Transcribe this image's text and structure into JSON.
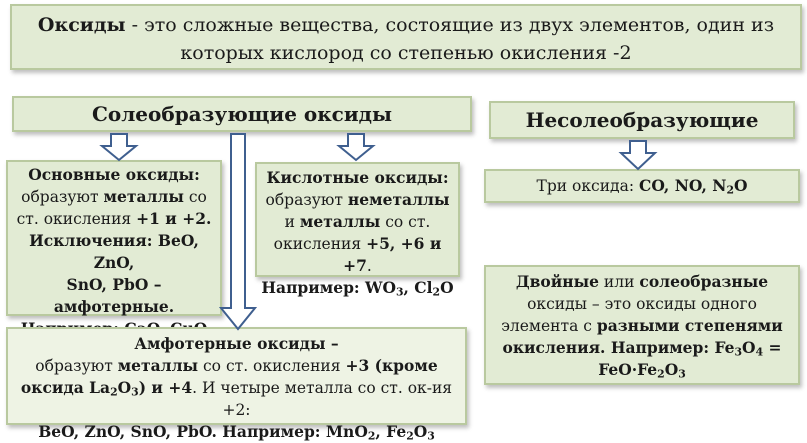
{
  "header": {
    "term": "Оксиды",
    "definition_l1": " - это сложные вещества, состоящие из двух элементов, один из",
    "definition_l2": "которых кислород со степенью окисления -2"
  },
  "salt_forming": {
    "title": "Солеобразующие оксиды"
  },
  "non_salt_forming": {
    "title": "Несолеобразующие",
    "three_oxides_label": "Три оксида: ",
    "three_oxides_formulas": "CO, NO, N",
    "three_oxides_sub": "2",
    "three_oxides_tail": "O"
  },
  "basic": {
    "title": "Основные оксиды:",
    "t1": "образуют ",
    "t2": "металлы",
    "t3": " со",
    "t4": "ст. окисления  ",
    "t5": "+1 и +2.",
    "t6": "Исключения",
    "t7": ": BeO, ZnO,",
    "t8": "SnO, PbO –",
    "t9": "амфотерные.",
    "t10": "Например: CaO, CuO"
  },
  "acidic": {
    "title": "Кислотные оксиды:",
    "t1": "образуют ",
    "t2": "неметаллы",
    "t3": "и ",
    "t4": "металлы",
    "t5": " со ст.",
    "t6": "окисления ",
    "t7": "+5, +6 и +7",
    "t8": ".",
    "t9": "Например: WO",
    "t10": "3",
    "t11": ", Cl",
    "t12": "2",
    "t13": "O"
  },
  "amphoteric": {
    "title": "Амфотерные оксиды –",
    "t1": "образуют ",
    "t2": "металлы",
    "t3": " со ст. окисления  ",
    "t4": "+3 (кроме",
    "t5": "оксида La",
    "t6": "2",
    "t7": "O",
    "t8": "3",
    "t9": ") и +4",
    "t10": ". И четыре металла со ст. ок-ия +2:",
    "t11": "BeO, ZnO, SnO, PbO. Например: MnO",
    "t12": "2",
    "t13": ", Fe",
    "t14": "2",
    "t15": "O",
    "t16": "3"
  },
  "double": {
    "t1": "Двойные",
    "t2": " или ",
    "t3": "солеобразные",
    "t4": "оксиды – это оксиды одного",
    "t5": "элемента с ",
    "t6": "разными степенями",
    "t7": "окисления. Например: Fe",
    "t8": "3",
    "t9": "O",
    "t10": "4",
    "t11": " =",
    "t12": "FeO·Fe",
    "t13": "2",
    "t14": "O",
    "t15": "3"
  },
  "colors": {
    "box_fill": "#e2ebd4",
    "box_border": "#b9c99f",
    "arrow_stroke": "#3f5f8f"
  }
}
